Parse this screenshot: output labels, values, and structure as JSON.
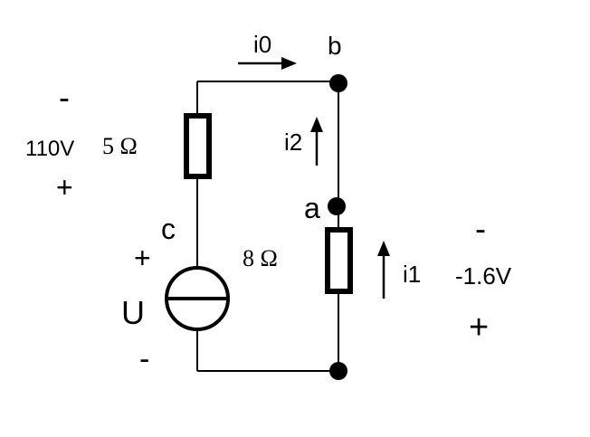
{
  "currents": {
    "i0": "i0",
    "i1": "i1",
    "i2": "i2"
  },
  "nodes": {
    "a": "a",
    "b": "b",
    "c": "c"
  },
  "resistors": {
    "r_top": "5 Ω",
    "r_bottom": "8 Ω"
  },
  "source": {
    "name": "U",
    "plus": "+",
    "minus": "-"
  },
  "left_voltage": {
    "minus": "-",
    "value": "110V",
    "plus": "+"
  },
  "right_voltage": {
    "minus": "-",
    "value": "-1.6V",
    "plus": "+"
  }
}
